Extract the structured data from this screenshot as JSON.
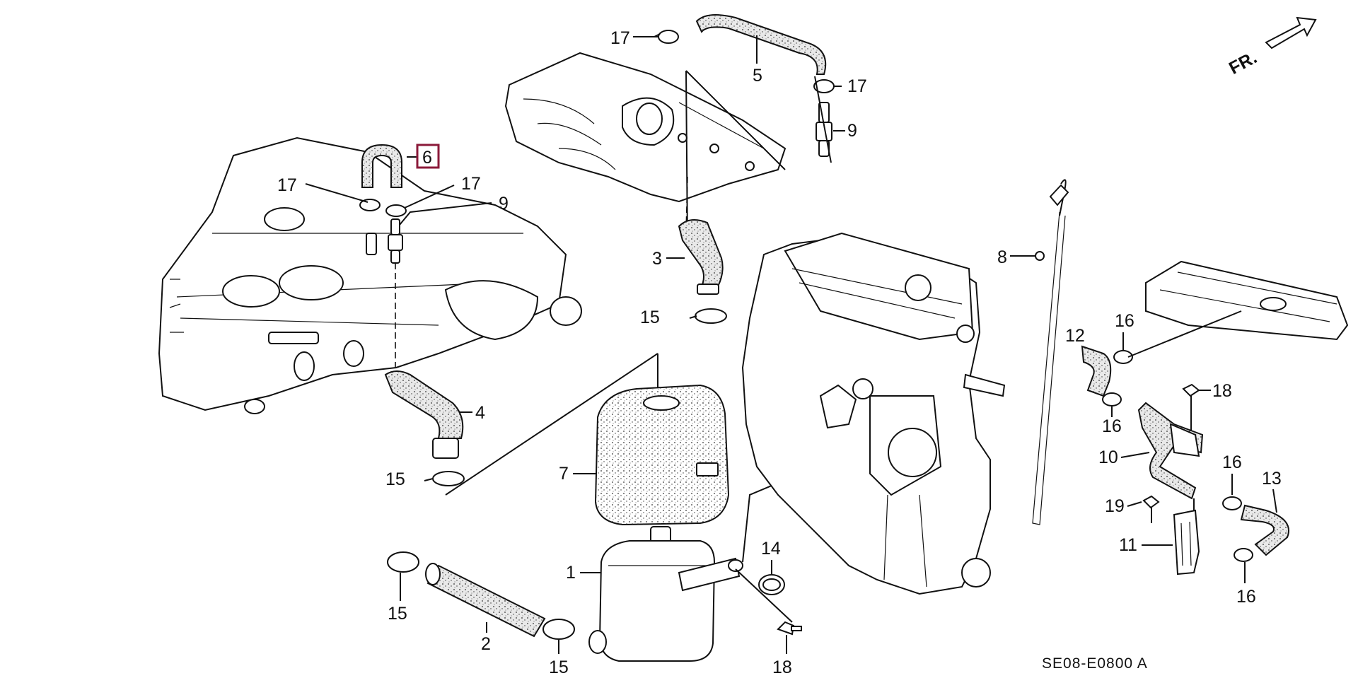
{
  "diagram": {
    "code": "SE08-E0800 A",
    "front_arrow_label": "FR.",
    "highlighted_part": "6",
    "callouts": {
      "c1": "1",
      "c2": "2",
      "c3": "3",
      "c4": "4",
      "c5": "5",
      "c6": "6",
      "c7": "7",
      "c8": "8",
      "c9a": "9",
      "c9b": "9",
      "c10": "10",
      "c11": "11",
      "c12": "12",
      "c13": "13",
      "c14": "14",
      "c15a": "15",
      "c15b": "15",
      "c15c": "15",
      "c15d": "15",
      "c16a": "16",
      "c16b": "16",
      "c16c": "16",
      "c16d": "16",
      "c17a": "17",
      "c17b": "17",
      "c17c": "17",
      "c17d": "17",
      "c18a": "18",
      "c18b": "18",
      "c19": "19"
    }
  }
}
